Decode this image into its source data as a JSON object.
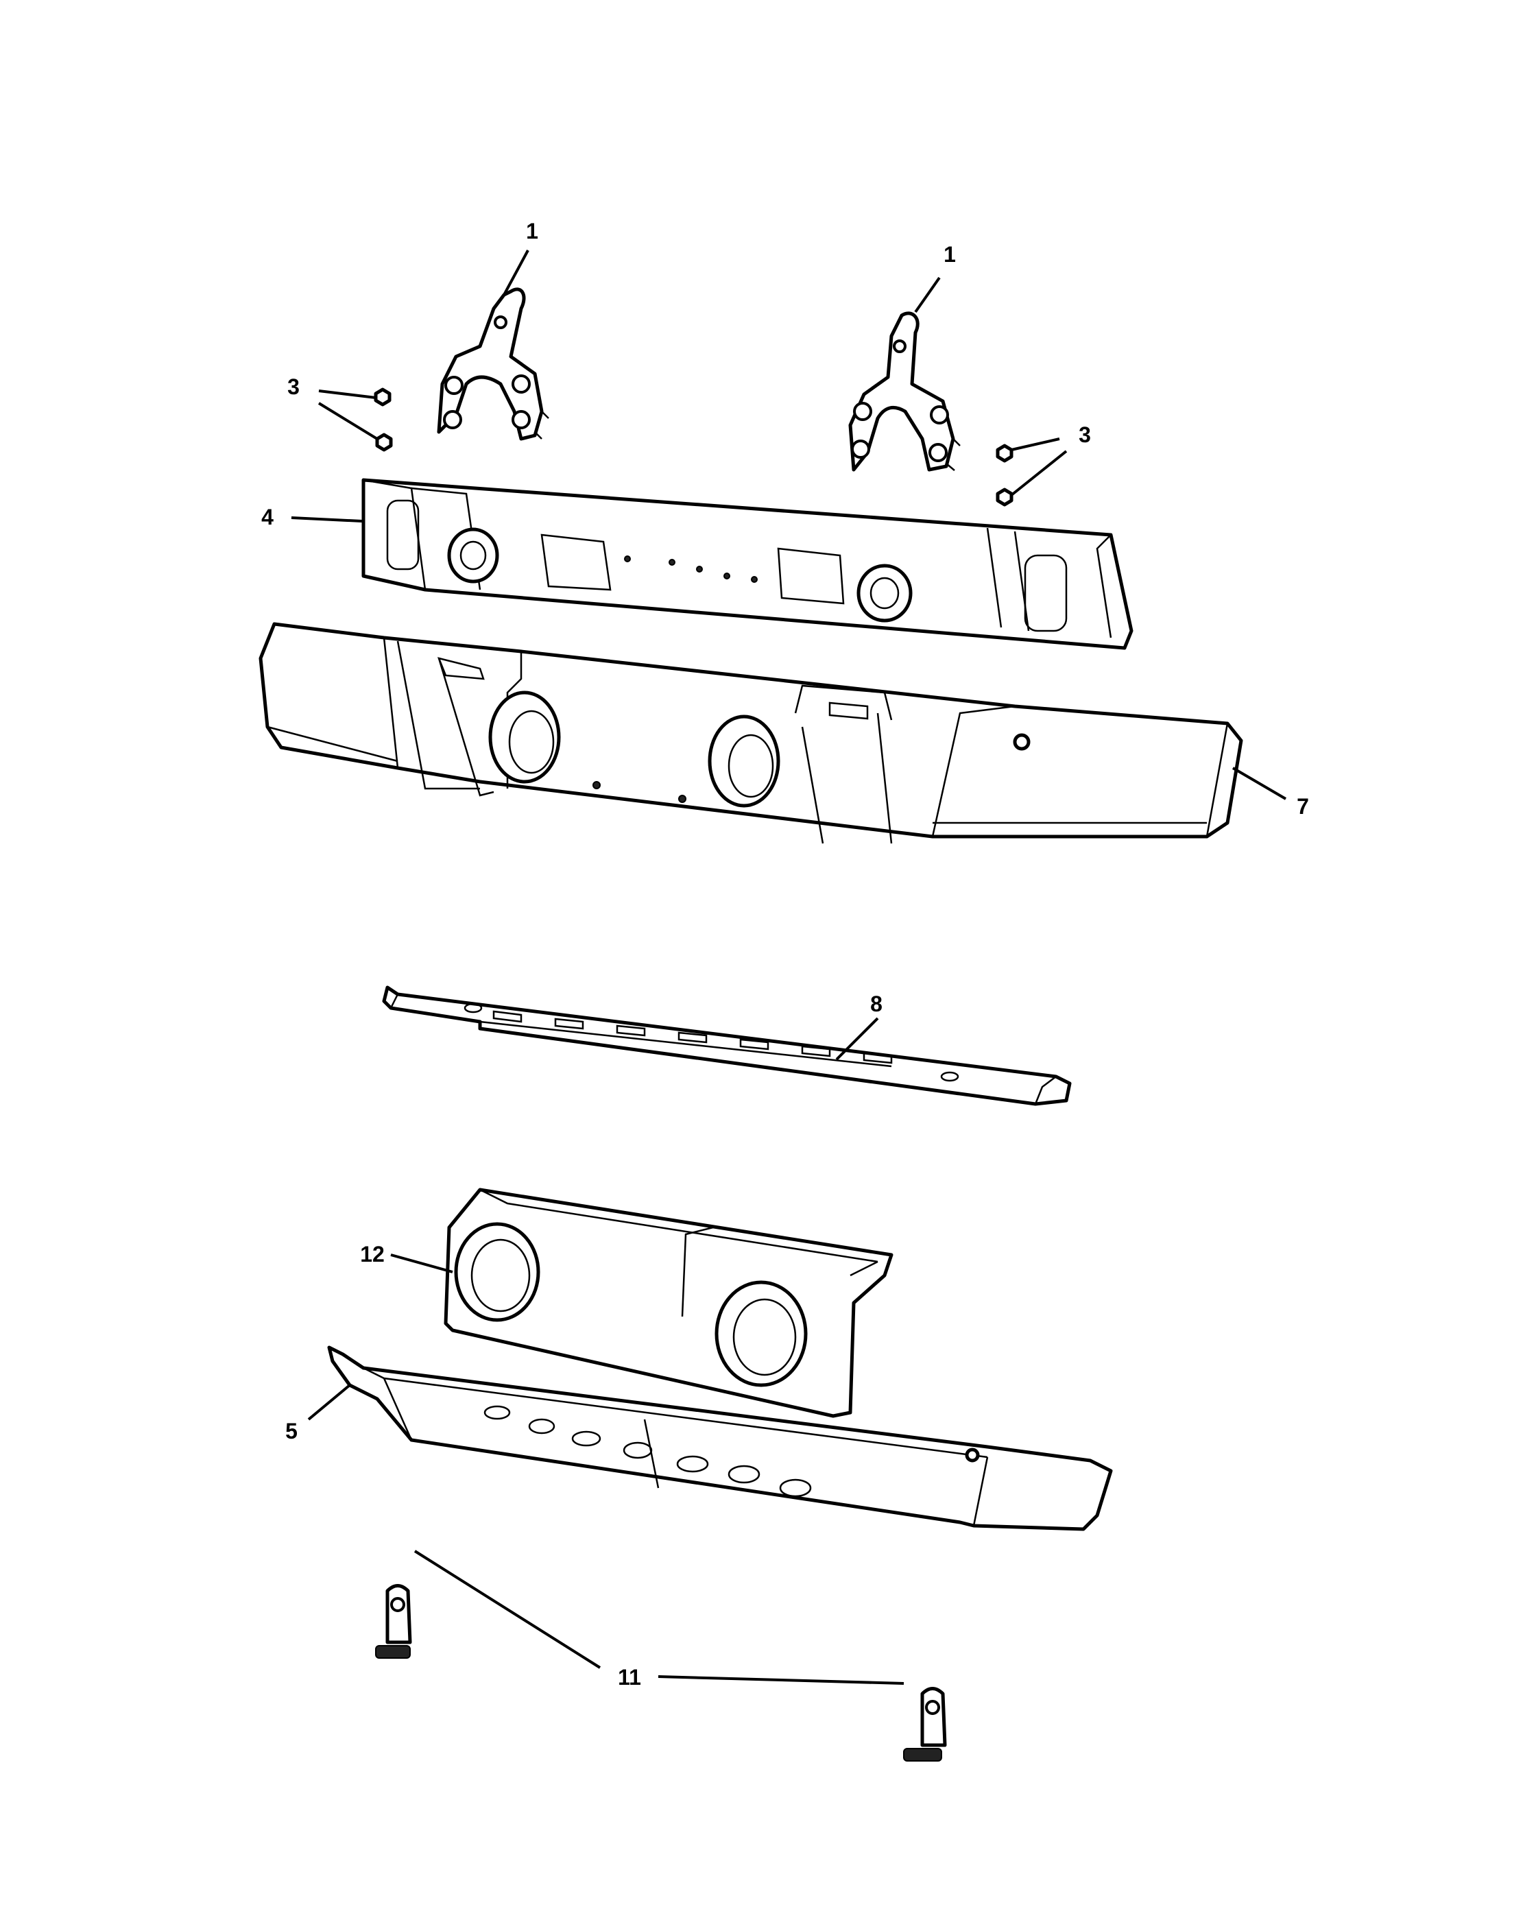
{
  "callouts": [
    {
      "id": "c1a",
      "label": "1"
    },
    {
      "id": "c1b",
      "label": "1"
    },
    {
      "id": "c3a",
      "label": "3"
    },
    {
      "id": "c3b",
      "label": "3"
    },
    {
      "id": "c4",
      "label": "4"
    },
    {
      "id": "c7",
      "label": "7"
    },
    {
      "id": "c8",
      "label": "8"
    },
    {
      "id": "c12",
      "label": "12"
    },
    {
      "id": "c5",
      "label": "5"
    },
    {
      "id": "c11",
      "label": "11"
    }
  ]
}
